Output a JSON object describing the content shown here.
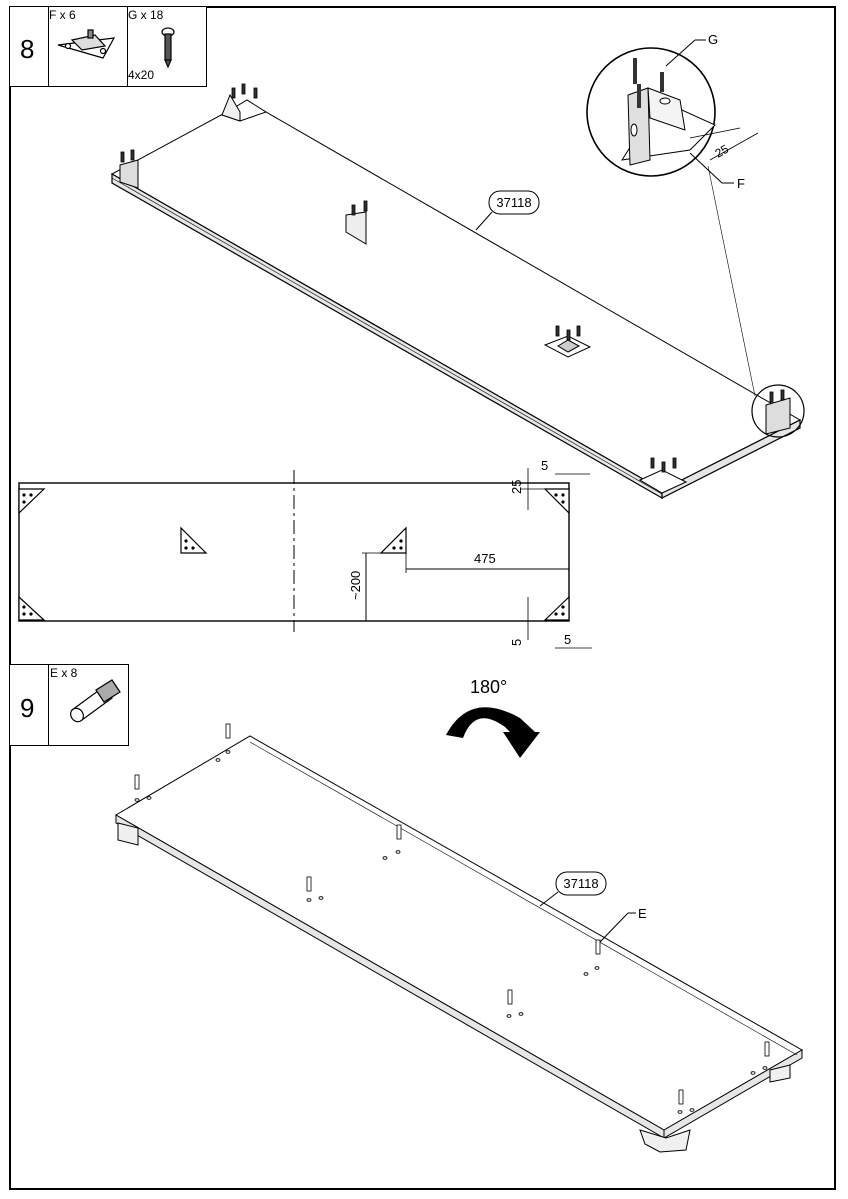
{
  "step8": {
    "number": "8",
    "parts": [
      {
        "qty_label": "F x 6",
        "icon": "triangle-bracket-icon"
      },
      {
        "qty_label": "G x 18",
        "size_label": "4x20",
        "icon": "screw-icon"
      }
    ],
    "panel_label": "37118",
    "detail_labels": {
      "g": "G",
      "f": "F",
      "dim": "25"
    },
    "plan_dims": {
      "top_right_h": "5",
      "top_right_v": "25",
      "horizontal": "475",
      "vertical": "~200",
      "bottom_v": "5",
      "bottom_h": "5"
    }
  },
  "step9": {
    "number": "9",
    "parts": [
      {
        "qty_label": "E x 8",
        "icon": "dowel-icon"
      }
    ],
    "rotation_label": "180°",
    "panel_label": "37118",
    "callout_label": "E"
  }
}
